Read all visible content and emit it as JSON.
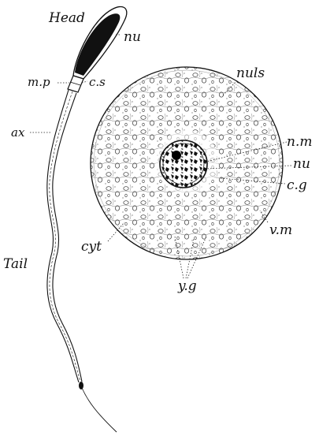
{
  "figure": {
    "sperm": {
      "labels": {
        "head": "Head",
        "nucleus": "nu",
        "middle_piece": "m.p",
        "centrosome": "c.s",
        "axial_filament": "ax",
        "tail": "Tail"
      }
    },
    "ovum": {
      "labels": {
        "nucleolus": "nuls",
        "nuclear_membrane": "n.m",
        "nucleus": "nu",
        "chromatin_granules": "c.g",
        "vitelline_membrane": "v.m",
        "cytoplasm": "cyt",
        "yolk_granules": "y.g"
      }
    }
  }
}
